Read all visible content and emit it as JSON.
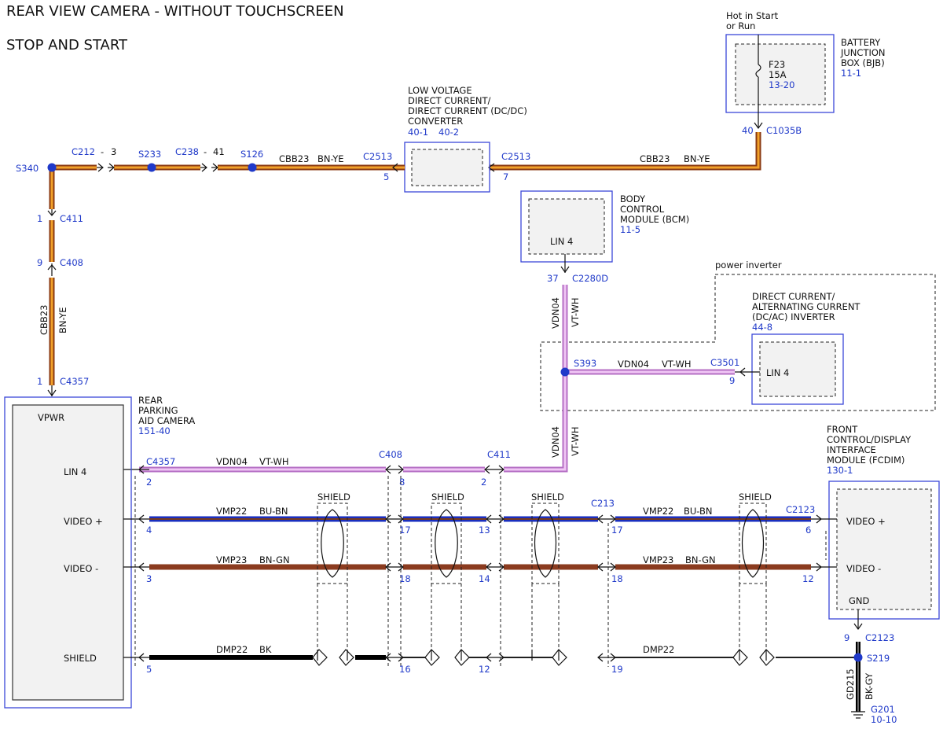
{
  "header": {
    "title": "REAR VIEW CAMERA - WITHOUT TOUCHSCREEN",
    "subtitle": "STOP AND START"
  },
  "colors": {
    "bn_ye_outer": "#8b3a12",
    "bn_ye_inner": "#f2a12a",
    "vt_wh_outer": "#b56fc4",
    "vt_wh_inner": "#f0c6f4",
    "bu_bn_outer": "#1a2fbf",
    "bu_bn_inner": "#7a3a1a",
    "bn_gn": "#8b3b1f",
    "bk": "#000000",
    "label_blue": "#1f39c9"
  },
  "components": {
    "bjb": {
      "name_l1": "BATTERY",
      "name_l2": "JUNCTION",
      "name_l3": "BOX (BJB)",
      "ref": "11-1",
      "hot_l1": "Hot in Start",
      "hot_l2": "or Run",
      "fuse": "F23",
      "amps": "15A",
      "fuse_ref": "13-20",
      "pin": "40",
      "connector": "C1035B"
    },
    "dcdc": {
      "name_l1": "LOW VOLTAGE",
      "name_l2": "DIRECT CURRENT/",
      "name_l3": "DIRECT CURRENT (DC/DC)",
      "name_l4": "CONVERTER",
      "ref1": "40-1",
      "ref2": "40-2",
      "in_conn": "C2513",
      "in_pin": "7",
      "out_conn": "C2513",
      "out_pin": "5"
    },
    "bcm": {
      "name_l1": "BODY",
      "name_l2": "CONTROL",
      "name_l3": "MODULE (BCM)",
      "ref": "11-5",
      "pin_label": "LIN 4",
      "pin": "37",
      "connector": "C2280D"
    },
    "inverter": {
      "group": "power inverter",
      "name_l1": "DIRECT CURRENT/",
      "name_l2": "ALTERNATING CURRENT",
      "name_l3": "(DC/AC) INVERTER",
      "ref": "44-8",
      "pin_label": "LIN 4",
      "connector": "C3501",
      "pin": "9"
    },
    "camera": {
      "name_l1": "REAR",
      "name_l2": "PARKING",
      "name_l3": "AID CAMERA",
      "ref": "151-40",
      "vpwr": "VPWR",
      "lin": "LIN 4",
      "vplus": "VIDEO +",
      "vminus": "VIDEO -",
      "shield": "SHIELD"
    },
    "fcdim": {
      "name_l1": "FRONT",
      "name_l2": "CONTROL/DISPLAY",
      "name_l3": "INTERFACE",
      "name_l4": "MODULE (FCDIM)",
      "ref": "130-1",
      "vplus": "VIDEO +",
      "vminus": "VIDEO -",
      "gnd": "GND"
    }
  },
  "power_circuit": {
    "circuit": "CBB23",
    "color": "BN-YE",
    "splices": [
      "S340",
      "S233",
      "S126"
    ],
    "c212": "C212",
    "c212_pin": "3",
    "c238": "C238",
    "c238_pin": "41",
    "dash": "-",
    "c411": "C411",
    "c411_pin": "1",
    "c408": "C408",
    "c408_pin": "9",
    "c4357": "C4357",
    "c4357_pin": "1"
  },
  "lin_circuit": {
    "circuit": "VDN04",
    "color": "VT-WH",
    "splice": "S393",
    "c4357": "C4357",
    "c4357_pin": "2",
    "c408": "C408",
    "c408_pin": "8",
    "c411": "C411",
    "c411_pin": "2"
  },
  "video_circuits": {
    "shield_label": "SHIELD",
    "vmp22": "VMP22",
    "vmp22_color": "BU-BN",
    "vmp23": "VMP23",
    "vmp23_color": "BN-GN",
    "dmp22": "DMP22",
    "dmp22_color": "BK",
    "c213": "C213",
    "c2123": "C2123",
    "vp_pins": [
      "4",
      "17",
      "13",
      "17",
      "6"
    ],
    "vm_pins": [
      "3",
      "18",
      "14",
      "18",
      "12"
    ],
    "sh_pins": [
      "5",
      "16",
      "12",
      "19"
    ]
  },
  "ground": {
    "pin": "9",
    "connector": "C2123",
    "splice": "S219",
    "circuit": "GD215",
    "color": "BK-GY",
    "ground": "G201",
    "ref": "10-10"
  }
}
